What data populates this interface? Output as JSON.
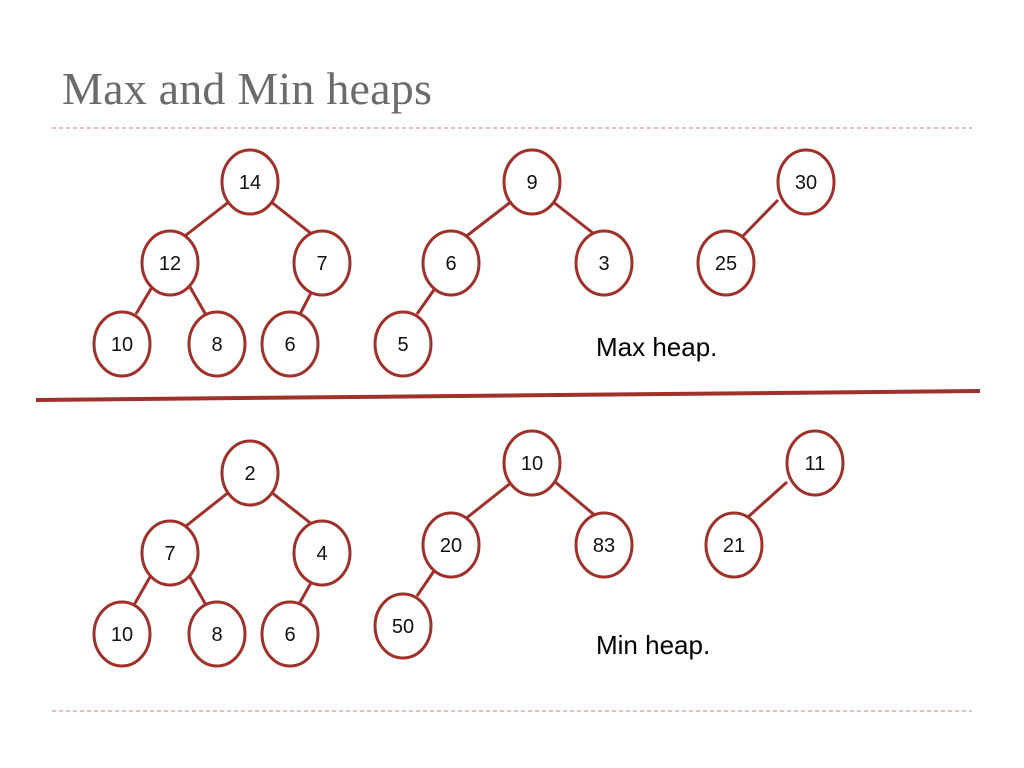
{
  "title": "Max and Min heaps",
  "sections": [
    {
      "caption": "Max heap.",
      "trees": [
        {
          "root": "14",
          "left": "12",
          "right": "7",
          "left_left": "10",
          "left_right": "8",
          "right_left": "6"
        },
        {
          "root": "9",
          "left": "6",
          "right": "3",
          "left_left": "5"
        },
        {
          "root": "30",
          "left": "25"
        }
      ]
    },
    {
      "caption": "Min heap.",
      "trees": [
        {
          "root": "2",
          "left": "7",
          "right": "4",
          "left_left": "10",
          "left_right": "8",
          "right_left": "6"
        },
        {
          "root": "10",
          "left": "20",
          "right": "83",
          "left_left": "50"
        },
        {
          "root": "11",
          "left": "21"
        }
      ]
    }
  ],
  "colors": {
    "accent": "#a0302a",
    "title": "#6b6b6b",
    "rule": "#c9867e"
  }
}
